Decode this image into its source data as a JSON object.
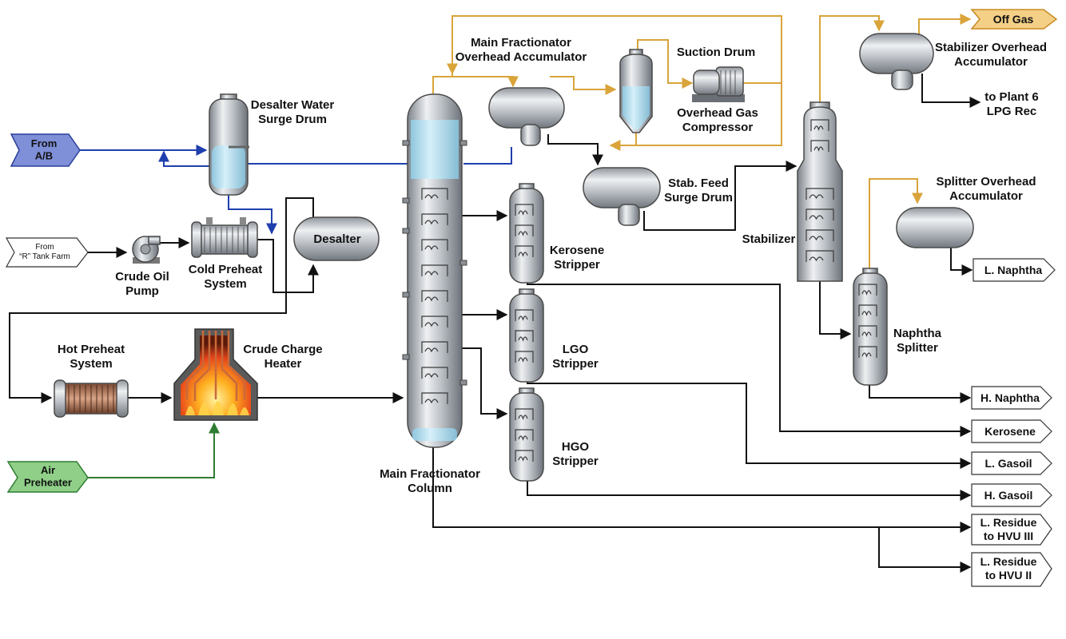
{
  "colors": {
    "process_line": "#111111",
    "water_line": "#1f3fae",
    "air_line": "#2e7d32",
    "gas_line": "#d9a43a",
    "inlet_tag_blue": "#7f8fd8",
    "inlet_tag_green": "#8fcf88",
    "offgas_tag": "#f4cf86",
    "steel": "#b9bec4",
    "water": "#bfe3f1"
  },
  "inlets": {
    "from_ab": "From\nA/B",
    "tank_farm": "From\n“R” Tank Farm",
    "air_preheater": "Air\nPreheater"
  },
  "equipment": {
    "desalter_water_surge_drum": "Desalter Water\nSurge Drum",
    "desalter": "Desalter",
    "crude_oil_pump": "Crude Oil\nPump",
    "cold_preheat_system": "Cold Preheat\nSystem",
    "hot_preheat_system": "Hot Preheat\nSystem",
    "crude_charge_heater": "Crude Charge\nHeater",
    "main_fractionator_column": "Main Fractionator\nColumn",
    "main_fractionator_overhead_accumulator": "Main Fractionator\nOverhead Accumulator",
    "suction_drum": "Suction Drum",
    "overhead_gas_compressor": "Overhead Gas\nCompressor",
    "stab_feed_surge_drum": "Stab. Feed\nSurge Drum",
    "kerosene_stripper": "Kerosene\nStripper",
    "lgo_stripper": "LGO\nStripper",
    "hgo_stripper": "HGO\nStripper",
    "stabilizer": "Stabilizer",
    "stabilizer_overhead_accumulator": "Stabilizer Overhead\nAccumulator",
    "splitter_overhead_accumulator": "Splitter Overhead\nAccumulator",
    "naphtha_splitter": "Naphtha\nSplitter",
    "to_plant_6": "to Plant 6\nLPG Rec"
  },
  "outlets": {
    "off_gas": "Off Gas",
    "l_naphtha": "L. Naphtha",
    "h_naphtha": "H. Naphtha",
    "kerosene": "Kerosene",
    "l_gasoil": "L. Gasoil",
    "h_gasoil": "H. Gasoil",
    "l_residue_hvu3": "L. Residue\nto HVU III",
    "l_residue_hvu2": "L. Residue\nto HVU II"
  }
}
